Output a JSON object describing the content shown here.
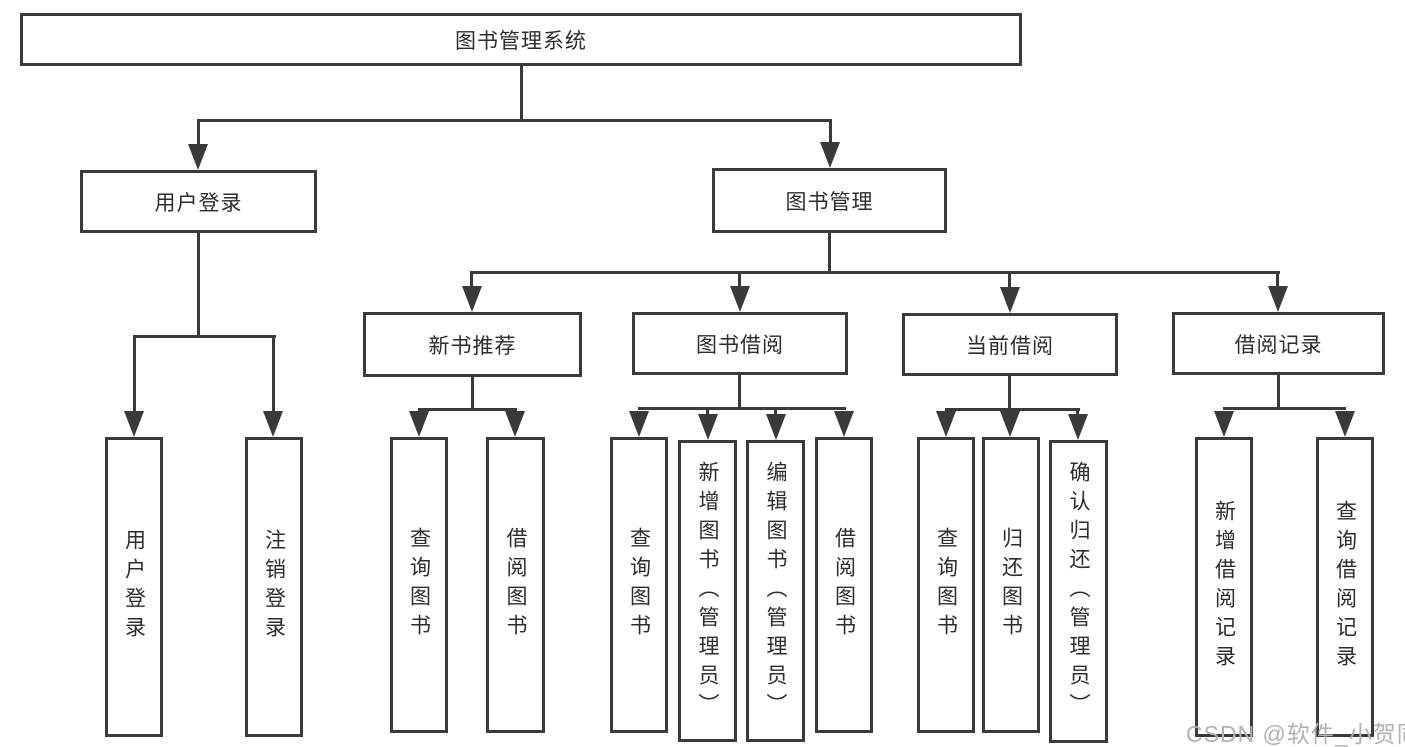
{
  "diagram": {
    "tree": {
      "root": {
        "label": "图书管理系统"
      },
      "user_login": {
        "label": "用户登录",
        "children": {
          "login": {
            "label": "用户登录"
          },
          "logout": {
            "label": "注销登录"
          }
        }
      },
      "book_mgmt": {
        "label": "图书管理",
        "children": {
          "new_book_rec": {
            "label": "新书推荐",
            "children": {
              "query_books": {
                "label": "查询图书"
              },
              "borrow_books": {
                "label": "借阅图书"
              }
            }
          },
          "book_borrow": {
            "label": "图书借阅",
            "children": {
              "query_books": {
                "label": "查询图书"
              },
              "add_books_admin": {
                "label": "新增图书（管理员）"
              },
              "edit_books_admin": {
                "label": "编辑图书（管理员）"
              },
              "borrow_books": {
                "label": "借阅图书"
              }
            }
          },
          "current_borrow": {
            "label": "当前借阅",
            "children": {
              "query_books": {
                "label": "查询图书"
              },
              "return_books": {
                "label": "归还图书"
              },
              "confirm_return_admin": {
                "label": "确认归还（管理员）"
              }
            }
          },
          "borrow_records": {
            "label": "借阅记录",
            "children": {
              "add_borrow_record": {
                "label": "新增借阅记录"
              },
              "query_borrow_record": {
                "label": "查询借阅记录"
              }
            }
          }
        }
      }
    }
  },
  "watermark": {
    "text": "CSDN @软件_小贺同学"
  },
  "colors": {
    "line": "#3a3a3a",
    "text": "#2d2d2d",
    "watermark": "#b2b2b2",
    "background": "#ffffff"
  }
}
